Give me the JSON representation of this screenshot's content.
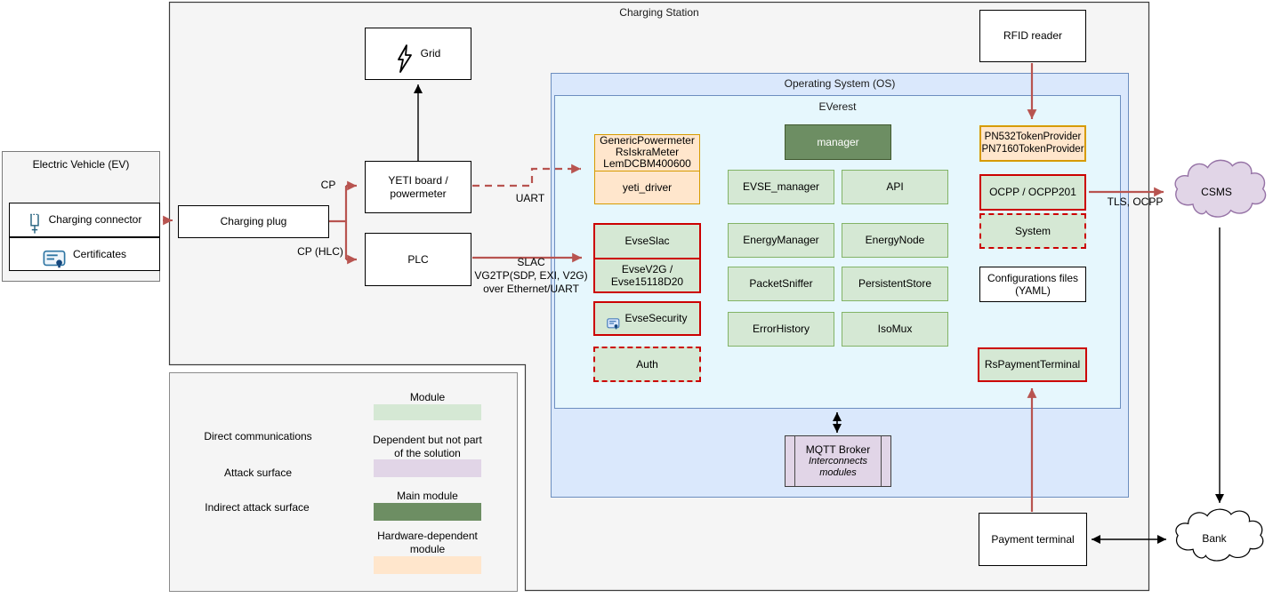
{
  "station": {
    "title": "Charging Station"
  },
  "ev": {
    "title": "Electric Vehicle (EV)",
    "connector": "Charging connector",
    "certificates": "Certificates"
  },
  "hw": {
    "charging_plug": "Charging plug",
    "grid": "Grid",
    "yeti_board": "YETI board /\npowermeter",
    "plc": "PLC",
    "rfid_reader": "RFID reader",
    "payment_terminal": "Payment terminal"
  },
  "ext": {
    "csms": "CSMS",
    "bank": "Bank"
  },
  "edges": {
    "cp": "CP",
    "cp_hlc": "CP (HLC)",
    "uart": "UART",
    "slac": "SLAC\nVG2TP(SDP, EXI, V2G)\nover Ethernet/UART",
    "tls_ocpp": "TLS, OCPP"
  },
  "os": {
    "title": "Operating System (OS)"
  },
  "everest": {
    "title": "EVerest",
    "manager": "manager",
    "powermeter_drivers": "GenericPowermeter\nRsIskraMeter\nLemDCBM400600",
    "yeti_driver": "yeti_driver",
    "modules": [
      "EVSE_manager",
      "API",
      "EnergyManager",
      "EnergyNode",
      "PacketSniffer",
      "PersistentStore",
      "ErrorHistory",
      "IsoMux"
    ],
    "evse_slac": "EvseSlac",
    "evse_v2g": "EvseV2G /\nEvse15118D20",
    "evse_security": "EvseSecurity",
    "auth": "Auth",
    "token_providers": "PN532TokenProvider\nPN7160TokenProvider",
    "ocpp": "OCPP / OCPP201",
    "system": "System",
    "config_files": "Configurations files\n(YAML)",
    "rs_payment_terminal": "RsPaymentTerminal"
  },
  "mqtt": {
    "title": "MQTT Broker",
    "subtitle": "Interconnects\nmodules"
  },
  "legend": {
    "direct": "Direct communications",
    "attack": "Attack surface",
    "indirect": "Indirect attack surface",
    "module": "Module",
    "dependent": "Dependent but not part\nof the solution",
    "main_module": "Main module",
    "hardware_module": "Hardware-dependent\nmodule"
  },
  "colors": {
    "module_green": "#d5e8d4",
    "module_green_border": "#82b366",
    "main_module_green": "#6d8e63",
    "hardware_orange": "#ffe6cc",
    "hardware_orange_border": "#d79b00",
    "dependent_purple": "#e1d5e7",
    "dependent_purple_border": "#9673a6",
    "os_blue": "#dae8fc",
    "everest_cyan": "#e6f7fd",
    "attack_red": "#cc0000",
    "comm_red": "#b85450",
    "station_gray": "#f5f5f5"
  }
}
